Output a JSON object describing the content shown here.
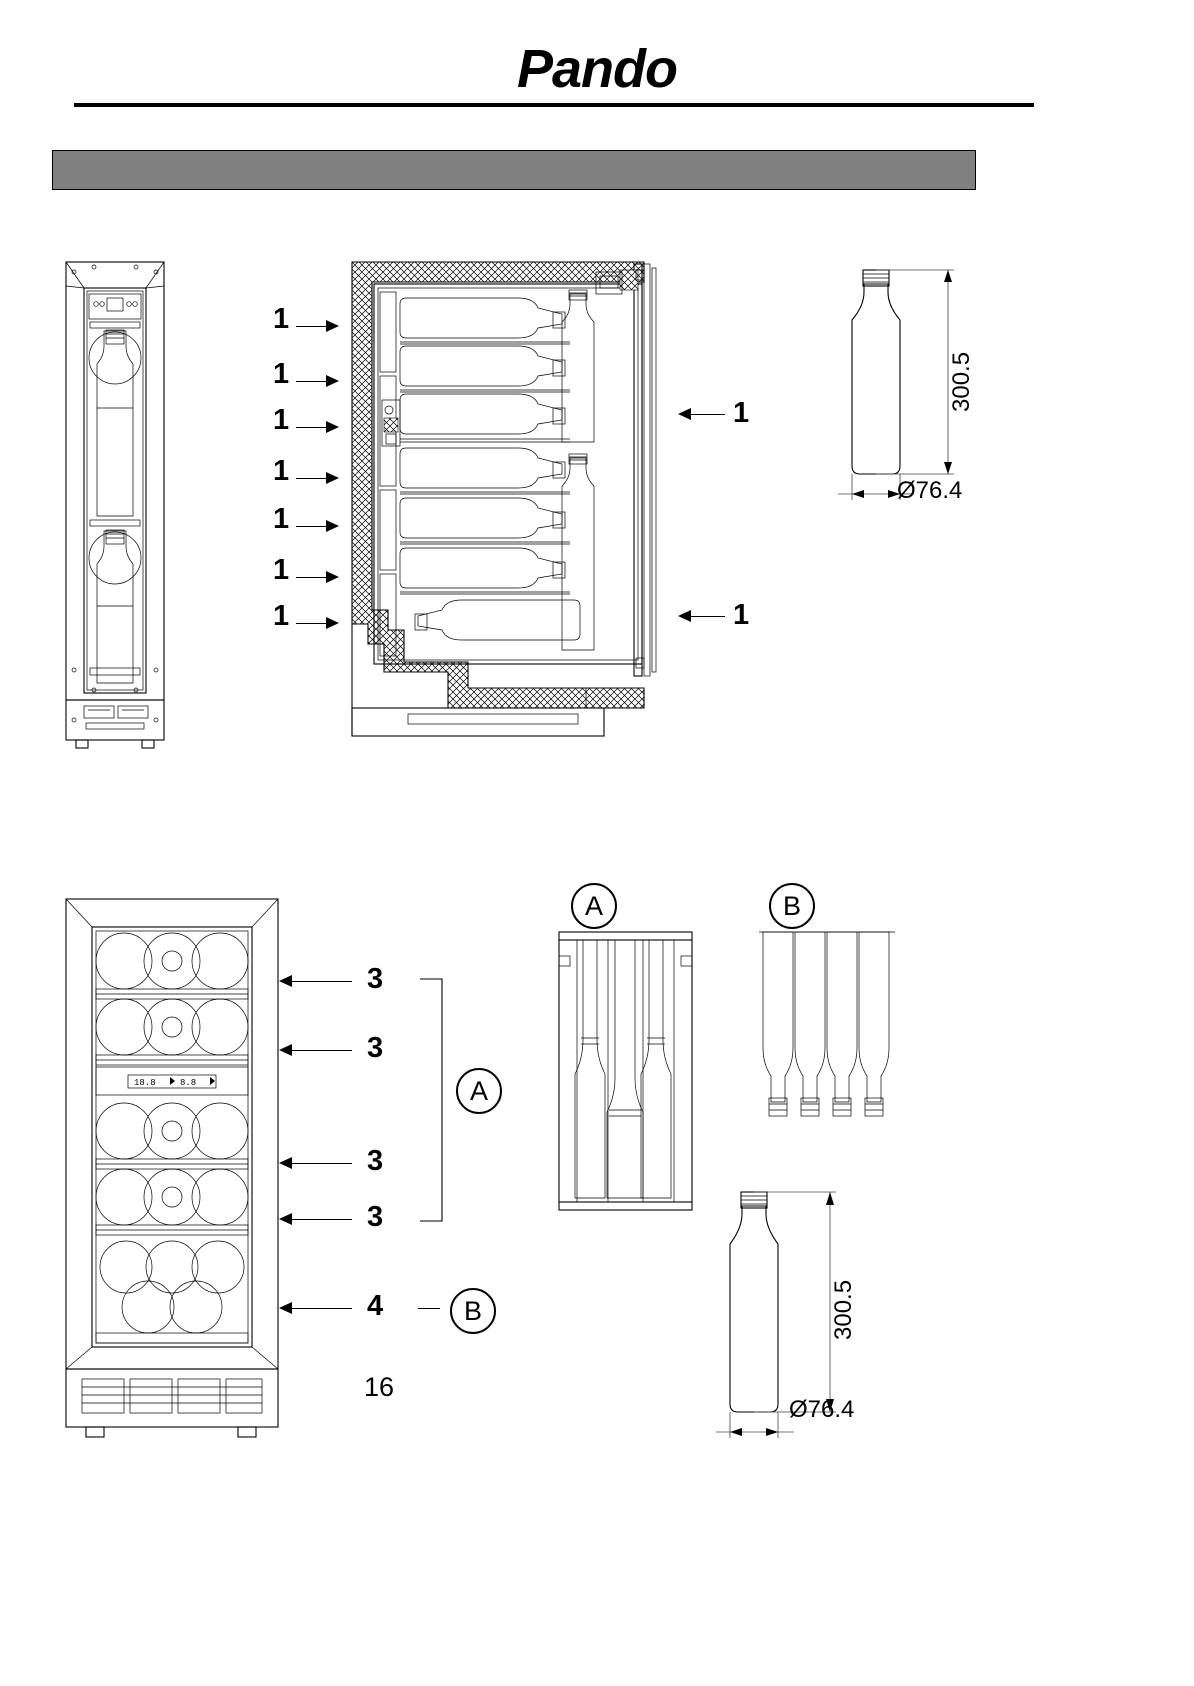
{
  "header": {
    "brand": "Pando",
    "rule": true,
    "band_color": "#808080"
  },
  "figures": {
    "top": {
      "front_view_label": "narrow-wine-cooler-front-view",
      "section_view_label": "wine-cooler-cross-section",
      "bottle_dim_label": "bottle-dimension-drawing",
      "left_callouts": [
        "1",
        "1",
        "1",
        "1",
        "1",
        "1",
        "1"
      ],
      "right_callouts": [
        "1",
        "1"
      ],
      "bottle": {
        "height_mm": "300.5",
        "diameter_mm": "Ø76.4"
      }
    },
    "bottom": {
      "cabinet_label": "wine-cooler-front-view-with-shelves",
      "shelf_callouts": [
        "3",
        "3",
        "3",
        "3"
      ],
      "bottom_callout": "4",
      "group_a": "A",
      "group_b": "B",
      "detail_a": "A",
      "detail_b": "B",
      "bottle": {
        "height_mm": "300.5",
        "diameter_mm": "Ø76.4"
      },
      "display_text": "18.8  8.8"
    }
  },
  "page_number": "16"
}
